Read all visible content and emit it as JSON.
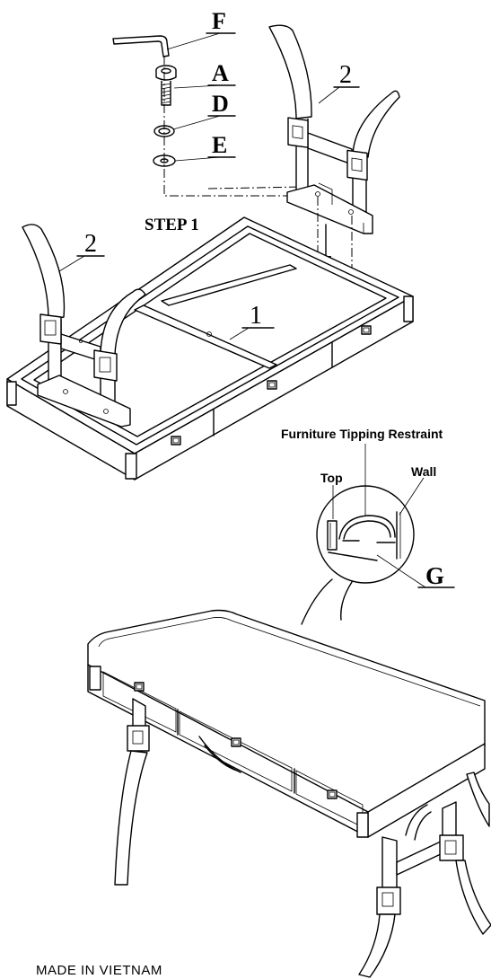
{
  "labels": {
    "part_f": "F",
    "part_a": "A",
    "part_d": "D",
    "part_e": "E",
    "part_2_right": "2",
    "part_2_left": "2",
    "part_1": "1",
    "part_g": "G",
    "step": "STEP 1",
    "restraint_title": "Furniture Tipping Restraint",
    "top": "Top",
    "wall": "Wall"
  },
  "footer": {
    "made_in": "MADE IN VIETNAM"
  }
}
